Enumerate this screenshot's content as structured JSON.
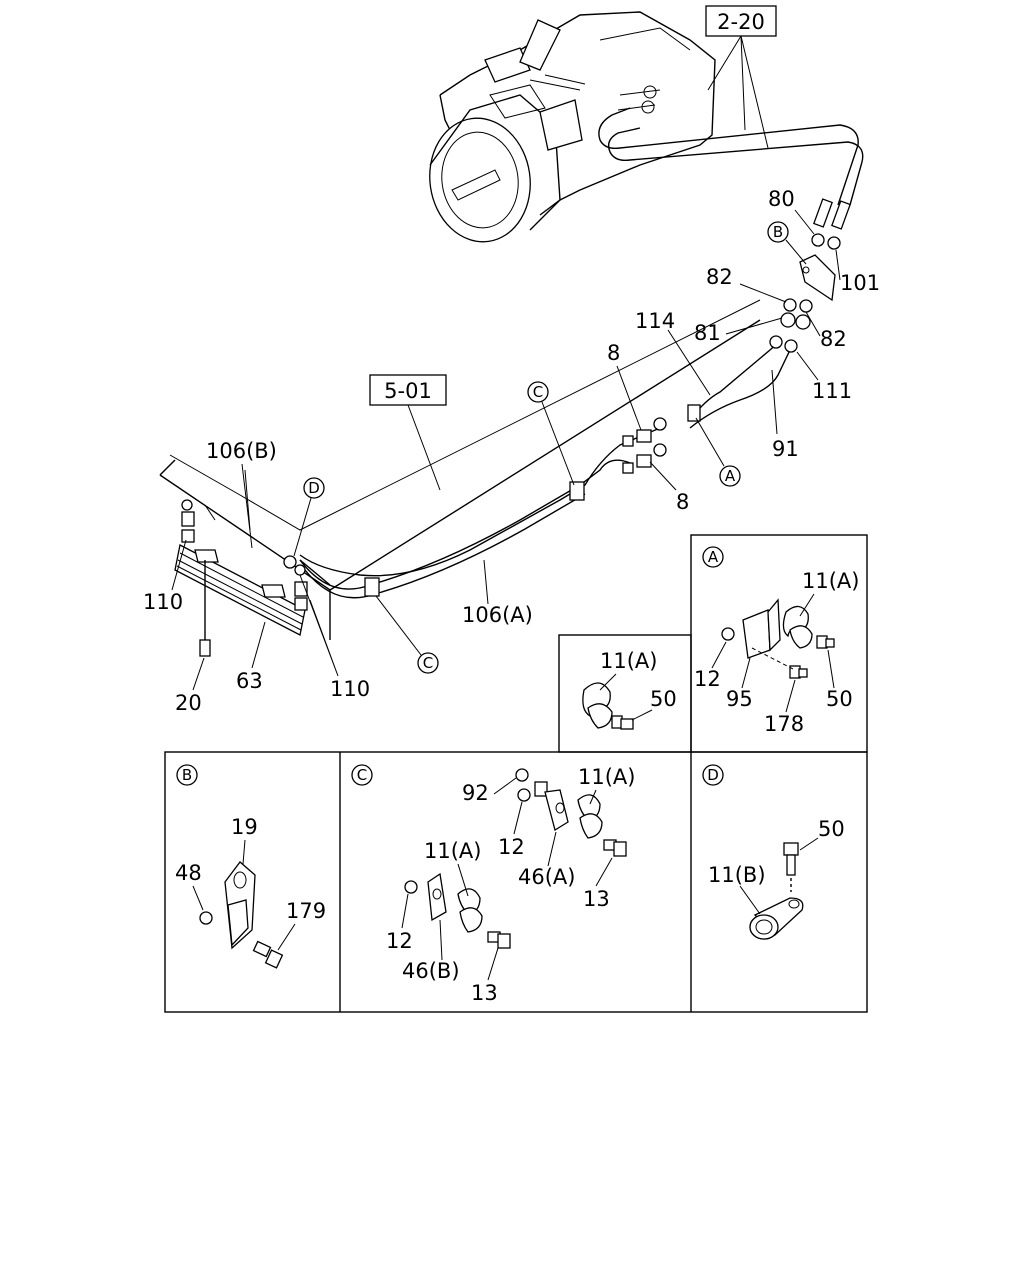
{
  "ref_boxes": {
    "top": "2-20",
    "left": "5-01"
  },
  "callouts": {
    "p80": "80",
    "p101": "101",
    "p82a": "82",
    "p82b": "82",
    "p81": "81",
    "p114": "114",
    "p111": "111",
    "p8a": "8",
    "p8b": "8",
    "p91": "91",
    "p106b": "106(B)",
    "p106a": "106(A)",
    "p110a": "110",
    "p110b": "110",
    "p20": "20",
    "p63": "63"
  },
  "circle_marks": {
    "B_main": "B",
    "C_main1": "C",
    "C_main2": "C",
    "D_main": "D",
    "A_main": "A"
  },
  "insets": {
    "A": {
      "letter": "A",
      "labels": {
        "c11a": "11(A)",
        "c12": "12",
        "c95": "95",
        "c178": "178",
        "c50": "50"
      }
    },
    "mid": {
      "labels": {
        "c11a": "11(A)",
        "c50": "50"
      }
    },
    "B": {
      "letter": "B",
      "labels": {
        "c19": "19",
        "c48": "48",
        "c179": "179"
      }
    },
    "C": {
      "letter": "C",
      "labels": {
        "c92": "92",
        "c12a": "12",
        "c11a_1": "11(A)",
        "c46a": "46(A)",
        "c13a": "13",
        "c11a_2": "11(A)",
        "c12b": "12",
        "c46b": "46(B)",
        "c13b": "13"
      }
    },
    "D": {
      "letter": "D",
      "labels": {
        "c50": "50",
        "c11b": "11(B)"
      }
    }
  }
}
